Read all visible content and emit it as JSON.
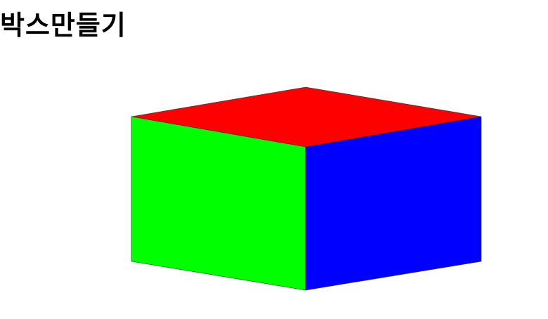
{
  "page": {
    "title": "박스만들기"
  },
  "box": {
    "faces": [
      {
        "name": "top-face",
        "color": "#ff0000"
      },
      {
        "name": "left-face",
        "color": "#00ff00"
      },
      {
        "name": "right-face",
        "color": "#0000ff"
      }
    ]
  }
}
